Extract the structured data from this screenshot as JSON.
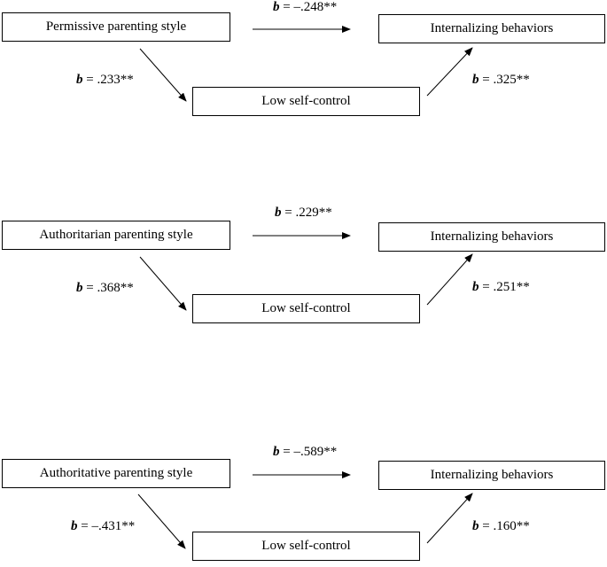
{
  "panels": [
    {
      "predictor": "Permissive parenting style",
      "outcome": "Internalizing behaviors",
      "mediator": "Low self-control",
      "b_symbol": "b",
      "direct": " = –.248**",
      "path_a": " = .233**",
      "path_b": " = .325**"
    },
    {
      "predictor": "Authoritarian parenting style",
      "outcome": "Internalizing behaviors",
      "mediator": "Low self-control",
      "b_symbol": "b",
      "direct": " = .229**",
      "path_a": " = .368**",
      "path_b": " = .251**"
    },
    {
      "predictor": "Authoritative parenting style",
      "outcome": "Internalizing behaviors",
      "mediator": "Low self-control",
      "b_symbol": "b",
      "direct": " = –.589**",
      "path_a": " = –.431**",
      "path_b": " = .160**"
    }
  ]
}
